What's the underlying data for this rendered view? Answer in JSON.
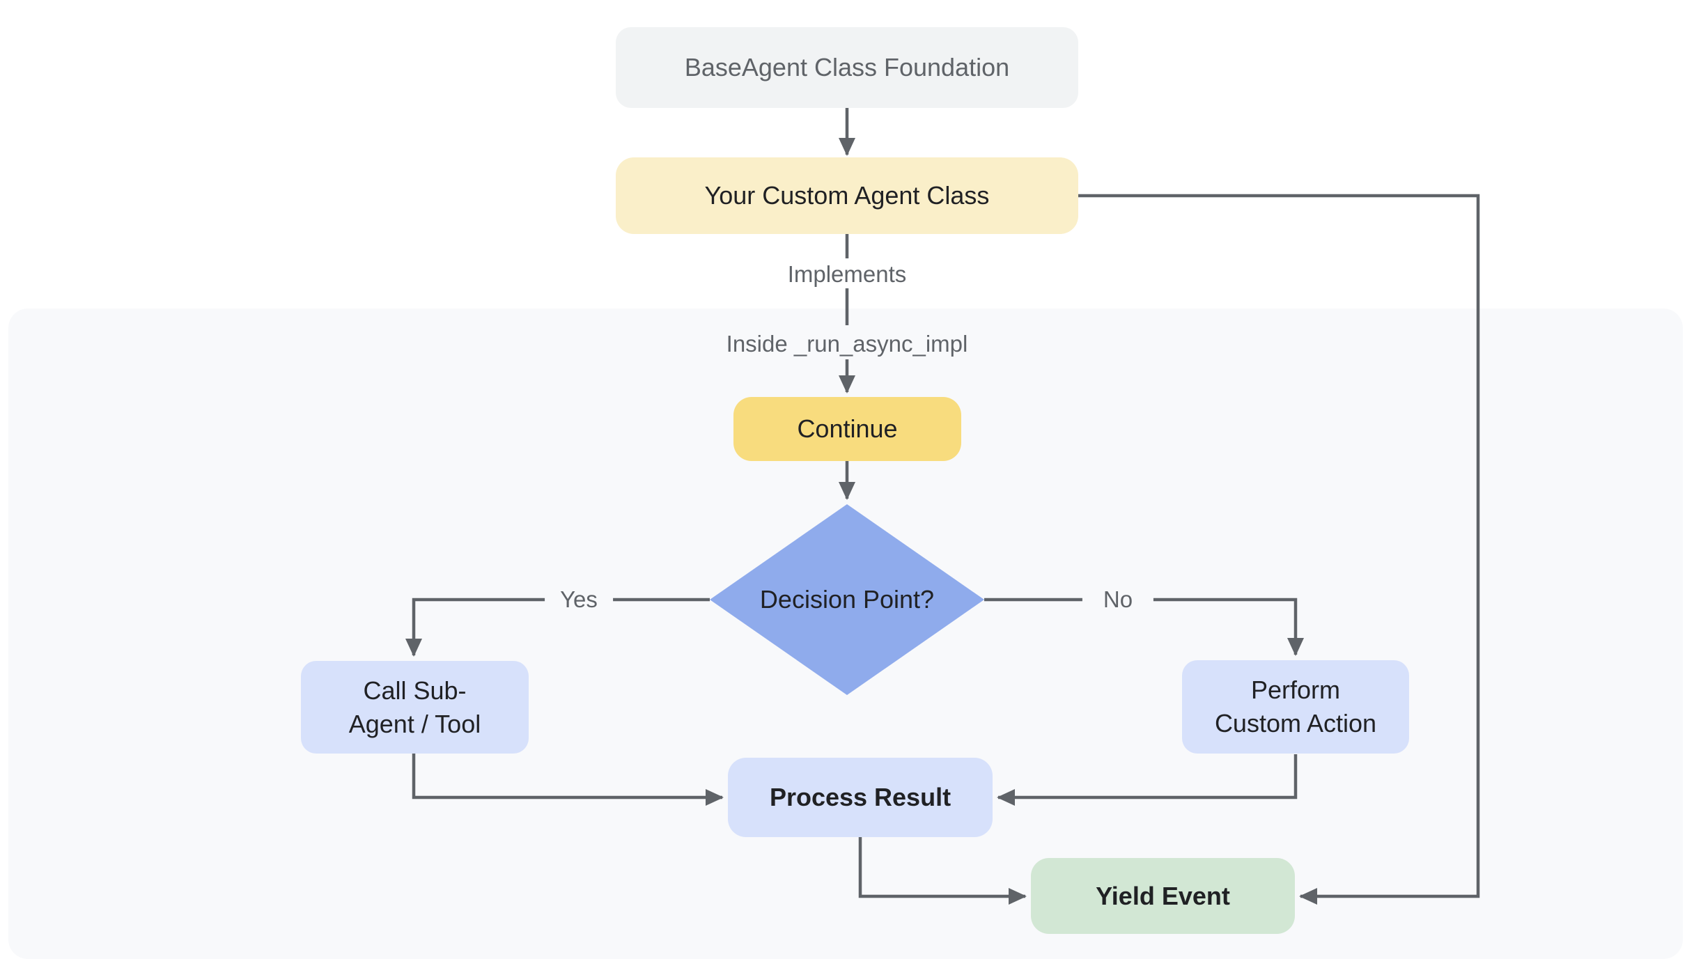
{
  "diagram": {
    "nodes": {
      "base_agent": {
        "label": "BaseAgent Class Foundation"
      },
      "custom_agent": {
        "label": "Your Custom Agent Class"
      },
      "continue_step": {
        "label": "Continue"
      },
      "decision": {
        "line1": "Decision",
        "line2": "Point?"
      },
      "call_sub_agent": {
        "line1": "Call Sub-",
        "line2": "Agent / Tool"
      },
      "perform_custom_action": {
        "line1": "Perform",
        "line2": "Custom Action"
      },
      "process_result": {
        "label": "Process Result"
      },
      "yield_event": {
        "label": "Yield Event"
      }
    },
    "edge_labels": {
      "implements": "Implements",
      "inside_run_async_impl": "Inside _run_async_impl",
      "yes": "Yes",
      "no": "No"
    },
    "colors": {
      "gray_node_bg": "#F1F3F4",
      "light_yellow_bg": "#FAEFC9",
      "gold_bg": "#F8DC7E",
      "diamond_blue": "#8FABEC",
      "light_blue_bg": "#D7E1FB",
      "green_bg": "#D2E7D4",
      "line_color": "#5F6368",
      "dark_text": "#202124",
      "gray_text": "#5F6368",
      "container_bg": "#F8F9FB",
      "page_bg": "#FFFFFF"
    }
  }
}
